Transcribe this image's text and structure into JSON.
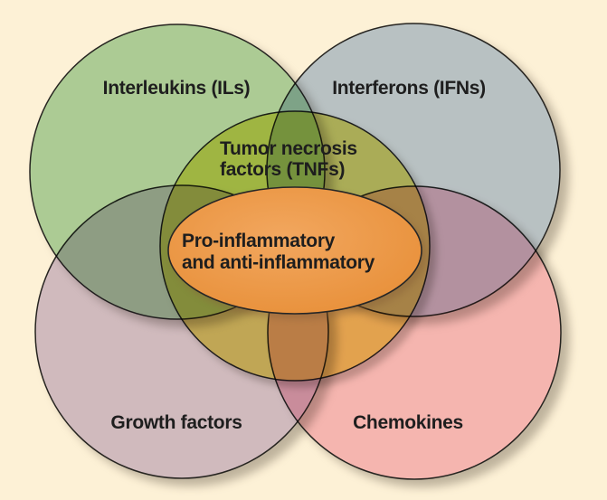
{
  "diagram": {
    "type": "venn",
    "description_labels": {
      "interleukins": "Interleukins (ILs)",
      "interferons": "Interferons (IFNs)",
      "growth_factors": "Growth factors",
      "chemokines": "Chemokines",
      "tnf_line1": "Tumor necrosis",
      "tnf_line2": "factors (TNFs)",
      "core_line1": "Pro-inflammatory",
      "core_line2": "and anti-inflammatory"
    },
    "colors": {
      "background": "#fdf1d6",
      "interleukins": "#aed7b1",
      "interferons": "#bacce8",
      "growth_factors": "#d2c5e2",
      "chemokines": "#f7c0d1",
      "tnf": "#ece472",
      "core_center": "#f2a75f",
      "core_edge": "#e68c33",
      "outline": "#262626",
      "text": "#1e1e1e"
    }
  }
}
